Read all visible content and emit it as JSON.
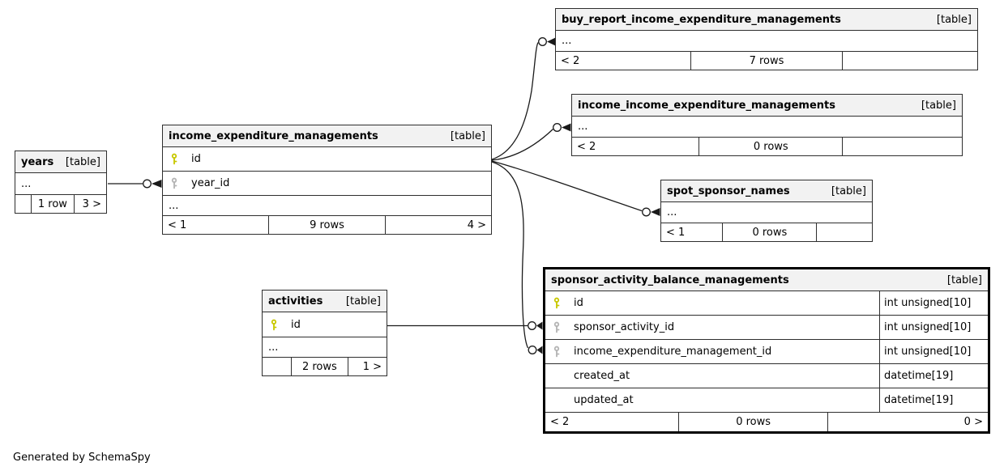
{
  "diagram": {
    "credit": "Generated by SchemaSpy"
  },
  "colors": {
    "primary_key": "#c8c800",
    "foreign_key": "#b4b4b4",
    "header_bg": "#f2f2f2",
    "table_border": "#2e2e2e",
    "highlight_border": "#000000",
    "relationship_line": "#1a1a1a"
  },
  "tables": [
    {
      "name": "years",
      "tag": "[table]",
      "ellipsis": "...",
      "footer": {
        "left": "",
        "center": "1 row",
        "right": "3 >"
      }
    },
    {
      "name": "income_expenditure_managements",
      "tag": "[table]",
      "ellipsis": "...",
      "columns": [
        {
          "icon": "primary-key-icon",
          "name": "id"
        },
        {
          "icon": "foreign-key-icon",
          "name": "year_id"
        }
      ],
      "footer": {
        "left": "< 1",
        "center": "9 rows",
        "right": "4 >"
      }
    },
    {
      "name": "buy_report_income_expenditure_managements",
      "tag": "[table]",
      "ellipsis": "...",
      "footer": {
        "left": "< 2",
        "center": "7 rows",
        "right": ""
      }
    },
    {
      "name": "income_income_expenditure_managements",
      "tag": "[table]",
      "ellipsis": "...",
      "footer": {
        "left": "< 2",
        "center": "0 rows",
        "right": ""
      }
    },
    {
      "name": "spot_sponsor_names",
      "tag": "[table]",
      "ellipsis": "...",
      "footer": {
        "left": "< 1",
        "center": "0 rows",
        "right": ""
      }
    },
    {
      "name": "activities",
      "tag": "[table]",
      "ellipsis": "...",
      "columns": [
        {
          "icon": "primary-key-icon",
          "name": "id"
        }
      ],
      "footer": {
        "left": "",
        "center": "2 rows",
        "right": "1 >"
      }
    },
    {
      "name": "sponsor_activity_balance_managements",
      "tag": "[table]",
      "columns": [
        {
          "icon": "primary-key-icon",
          "name": "id",
          "type": "int unsigned[10]"
        },
        {
          "icon": "foreign-key-icon",
          "name": "sponsor_activity_id",
          "type": "int unsigned[10]"
        },
        {
          "icon": "foreign-key-icon",
          "name": "income_expenditure_management_id",
          "type": "int unsigned[10]"
        },
        {
          "icon": "",
          "name": "created_at",
          "type": "datetime[19]"
        },
        {
          "icon": "",
          "name": "updated_at",
          "type": "datetime[19]"
        }
      ],
      "footer": {
        "left": "< 2",
        "center": "0 rows",
        "right": "0 >"
      }
    }
  ]
}
